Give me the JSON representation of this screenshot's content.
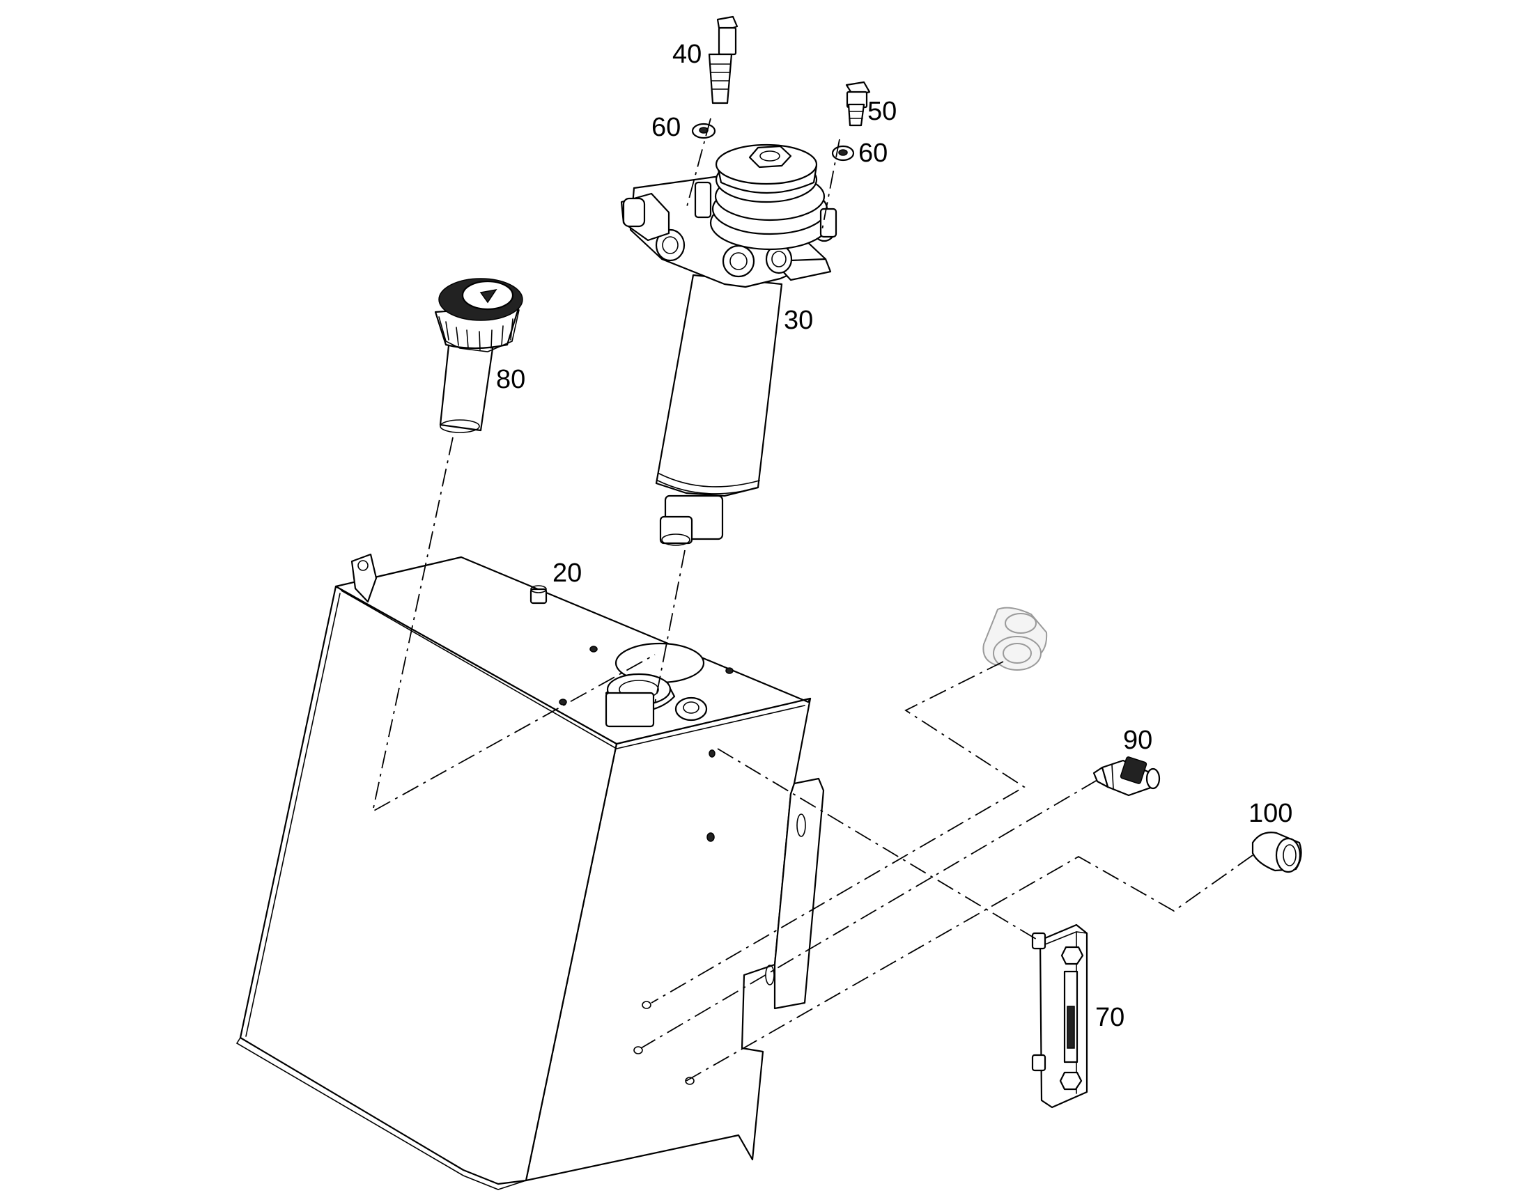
{
  "callouts": {
    "part_20": "20",
    "part_30": "30",
    "part_40": "40",
    "part_50": "50",
    "part_60_left": "60",
    "part_60_right": "60",
    "part_70": "70",
    "part_80": "80",
    "part_90": "90",
    "part_100": "100"
  }
}
